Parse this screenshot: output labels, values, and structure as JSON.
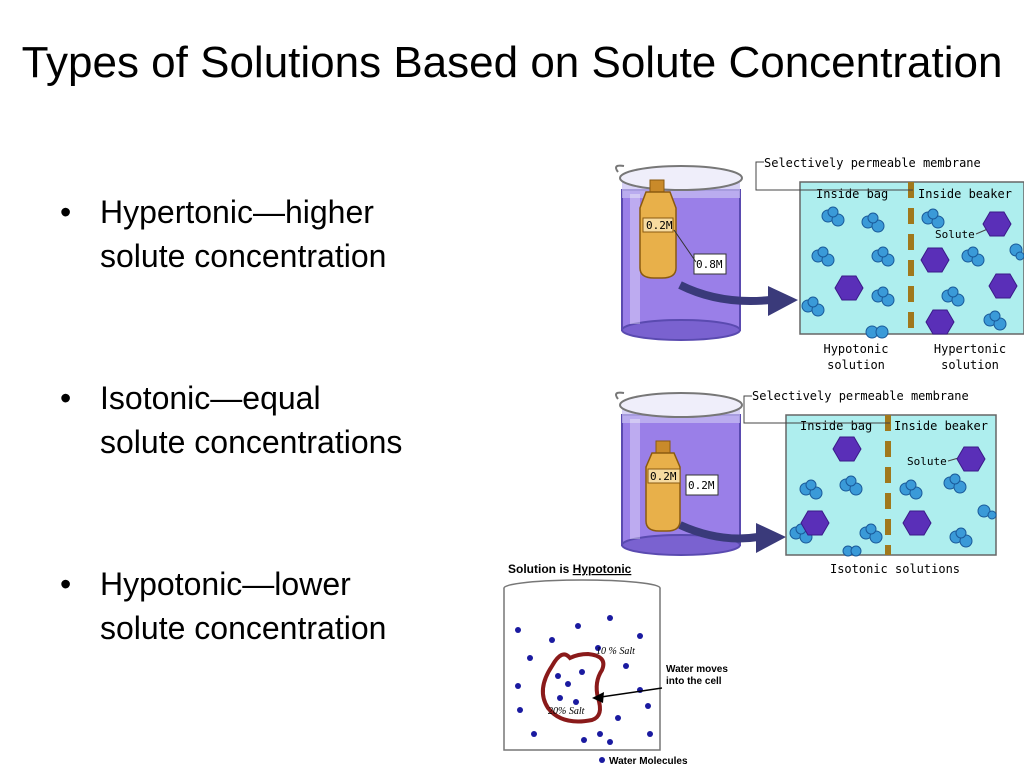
{
  "title": "Types of Solutions Based on Solute Concentration",
  "bullets": [
    {
      "line1": "Hypertonic—higher",
      "line2": "solute concentration"
    },
    {
      "line1": "Isotonic—equal",
      "line2": "solute concentrations"
    },
    {
      "line1": "Hypotonic—lower",
      "line2": "solute concentration"
    }
  ],
  "hypertonic_diagram": {
    "membrane_label": "Selectively permeable membrane",
    "inside_bag": "Inside bag",
    "inside_beaker": "Inside beaker",
    "solute": "Solute",
    "bag_concentration": "0.2M",
    "beaker_concentration": "0.8M",
    "left_caption_1": "Hypotonic",
    "left_caption_2": "solution",
    "right_caption_1": "Hypertonic",
    "right_caption_2": "solution"
  },
  "isotonic_diagram": {
    "membrane_label": "Selectively permeable membrane",
    "inside_bag": "Inside bag",
    "inside_beaker": "Inside beaker",
    "solute": "Solute",
    "bag_concentration": "0.2M",
    "beaker_concentration": "0.2M",
    "caption": "Isotonic solutions"
  },
  "hypotonic_diagram": {
    "heading_prefix": "Solution is ",
    "heading_emph": "Hypotonic",
    "outside_salt": "10 % Salt",
    "inside_salt": "20% Salt",
    "arrow_label_1": "Water moves",
    "arrow_label_2": "into the cell",
    "legend": "Water Molecules"
  },
  "colors": {
    "beaker_liquid": "#9a7fe8",
    "bag": "#e8b04a",
    "panel_water": "#aeeeee",
    "solute": "#5a2fb8",
    "water_molecule": "#3a9ad8",
    "membrane": "#a0781c",
    "arrow": "#3a3a7a",
    "cell_wall": "#8a1a1a",
    "dot": "#1a1aa0"
  }
}
